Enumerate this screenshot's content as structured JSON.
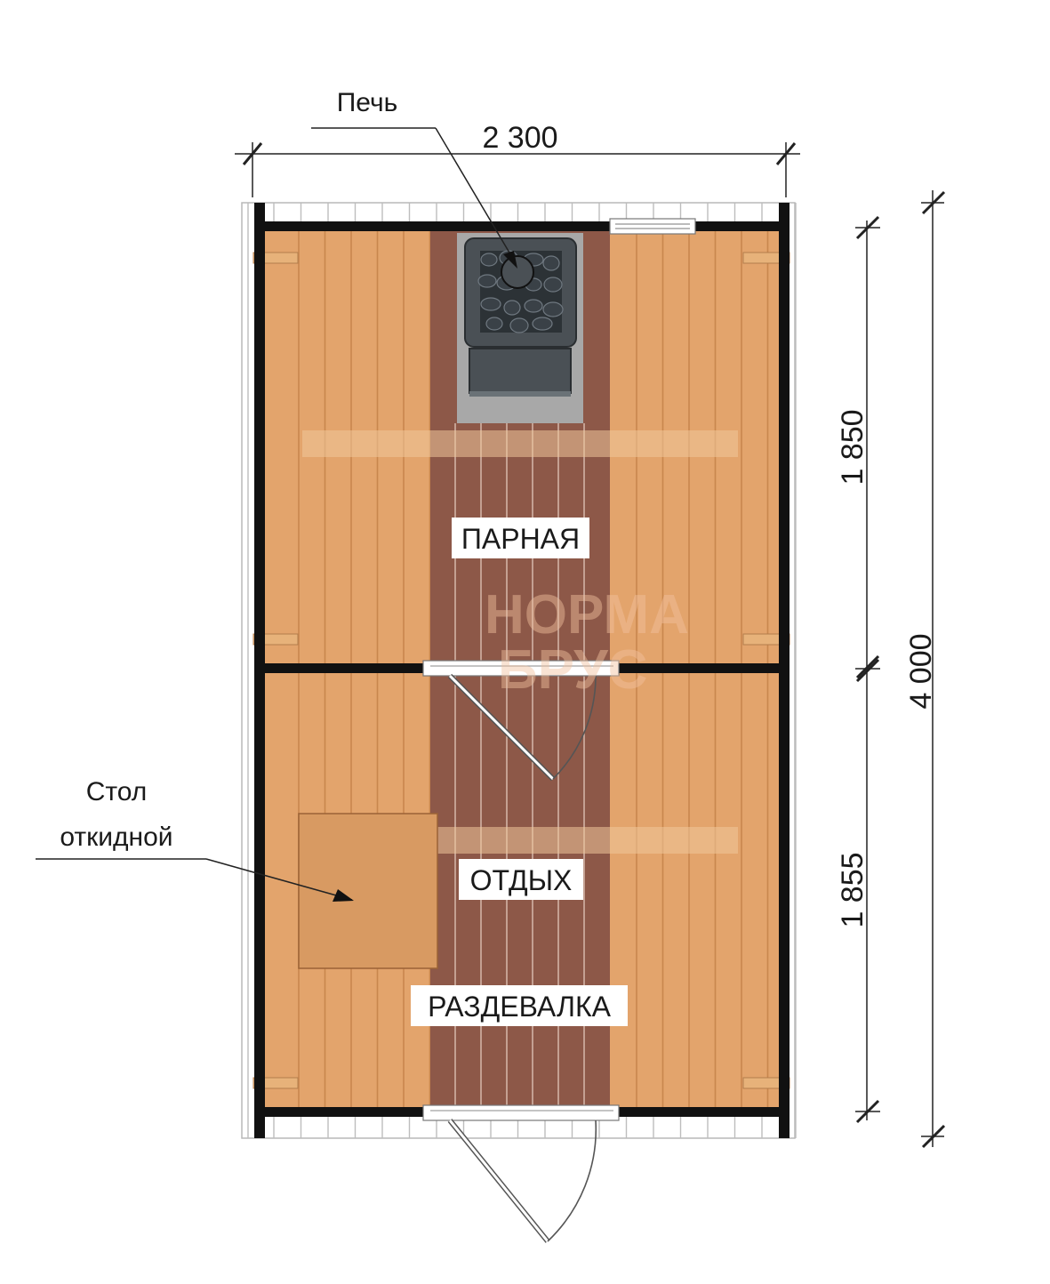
{
  "dimensions": {
    "width_total": "2 300",
    "height_total": "4 000",
    "height_steam": "1 850",
    "height_rest": "1 855"
  },
  "callouts": {
    "stove": "Печь",
    "table_line1": "Стол",
    "table_line2": "откидной"
  },
  "rooms": {
    "steam_room": "ПАРНАЯ",
    "rest_room": "ОТДЫХ",
    "changing_room": "РАЗДЕВАЛКА"
  },
  "watermark": {
    "line1": "НОРМА",
    "line2": "БРУС"
  },
  "colors": {
    "bench_light": "#e0a06a",
    "bench_plank": "#d8965c",
    "floor_dark": "#8c5a4a",
    "floor_plank": "#6e3e30",
    "stove_body": "#4a5055",
    "stove_stones": "#2c3236",
    "wall": "#111111",
    "facade": "#ffffff"
  }
}
